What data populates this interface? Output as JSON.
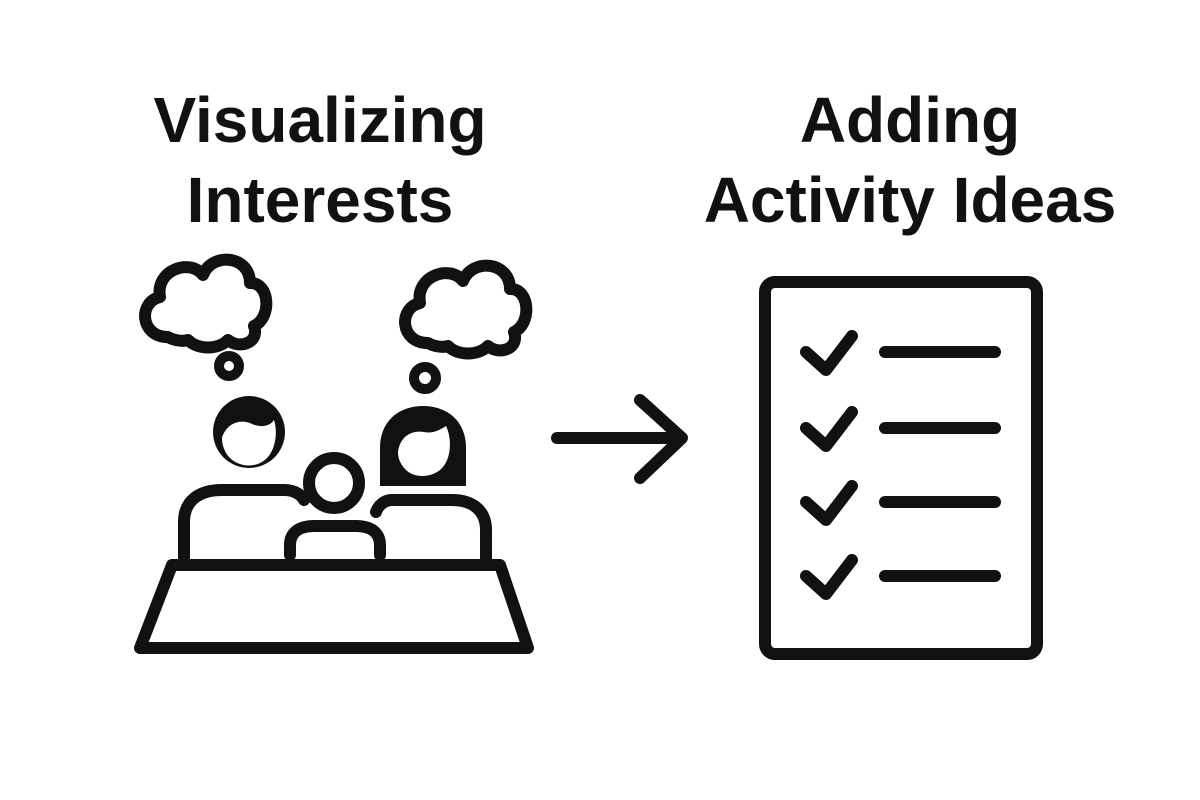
{
  "steps": [
    {
      "title_line1": "Visualizing",
      "title_line2": "Interests"
    },
    {
      "title_line1": "Adding",
      "title_line2": "Activity Ideas"
    }
  ],
  "colors": {
    "ink": "#111111",
    "background": "#ffffff"
  },
  "icons": {
    "left": "family-thinking-icon",
    "connector": "arrow-right-icon",
    "right": "checklist-icon"
  },
  "checklist": {
    "items": 4
  }
}
